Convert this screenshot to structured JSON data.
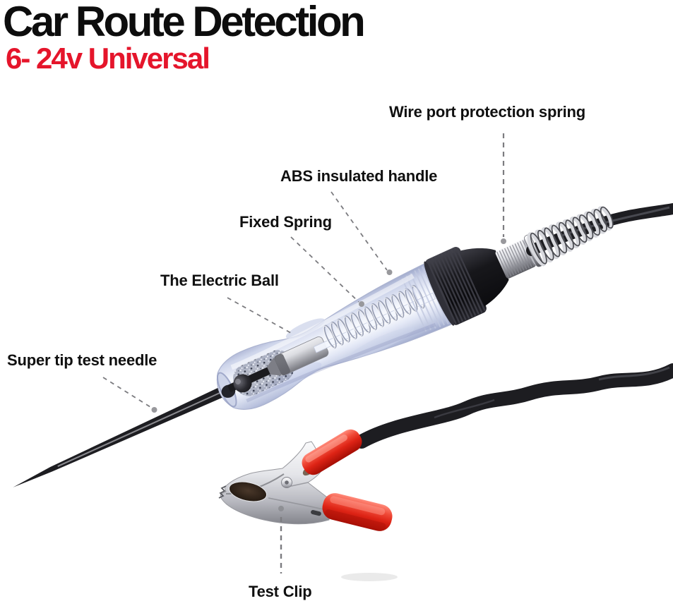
{
  "title": "Car Route Detection",
  "subtitle": "6- 24v Universal",
  "labels": {
    "wire_port": "Wire port protection spring",
    "abs_handle": "ABS insulated handle",
    "fixed_spring": "Fixed Spring",
    "electric_ball": "The Electric Ball",
    "test_needle": "Super tip test needle",
    "test_clip": "Test Clip"
  },
  "colors": {
    "title": "#0d0d0d",
    "subtitle_red": "#e5152b",
    "label_text": "#101010",
    "leader_line": "#7c7c80",
    "leader_dot": "#98989c",
    "clip_red": "#e02a1d",
    "cable_black": "#1d1d21",
    "handle_tint": "#dfe4f3",
    "metal_chrome": "#c9cacf",
    "background": "#ffffff"
  }
}
